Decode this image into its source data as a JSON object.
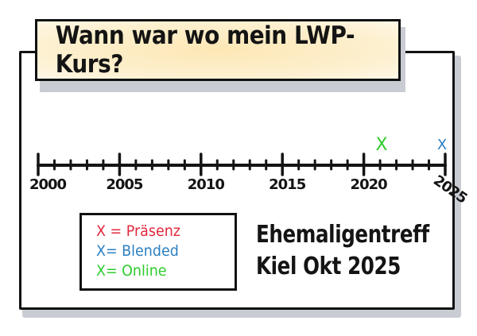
{
  "title": "Wann war wo mein LWP-Kurs?",
  "timeline": {
    "start_year": 2000,
    "end_year": 2025,
    "labels": [
      "2000",
      "2005",
      "2010",
      "2015",
      "2020",
      "2025"
    ],
    "markers": [
      {
        "year": 2021,
        "symbol": "X",
        "type": "Online",
        "color": "#2ecc2e"
      },
      {
        "year": 2025,
        "symbol": "X",
        "type": "Blended",
        "color": "#2a7fc1"
      }
    ]
  },
  "legend": {
    "items": [
      {
        "text": "X = Präsenz",
        "color": "#e0283c"
      },
      {
        "text": "X= Blended",
        "color": "#2a7fc1"
      },
      {
        "text": "X= Online",
        "color": "#2ecc2e"
      }
    ]
  },
  "note": {
    "line1": "Ehemaligentreff",
    "line2": "Kiel Okt 2025"
  }
}
